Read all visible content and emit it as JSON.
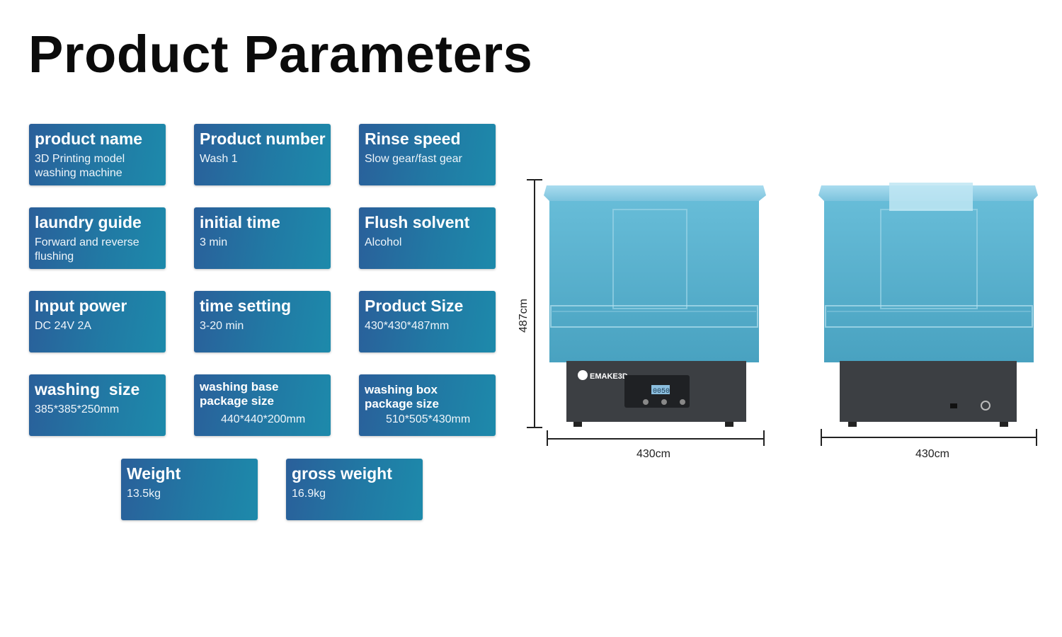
{
  "page_title": "Product Parameters",
  "params": [
    {
      "label": "product name",
      "value": "3D Printing model washing machine"
    },
    {
      "label": "Product number",
      "value": "Wash  1"
    },
    {
      "label": "Rinse speed",
      "value": "Slow gear/fast gear"
    },
    {
      "label": "laundry guide",
      "value": "Forward and reverse flushing"
    },
    {
      "label": "initial time",
      "value": "3 min"
    },
    {
      "label": "Flush solvent",
      "value": "Alcohol"
    },
    {
      "label": "Input power",
      "value": "DC 24V 2A"
    },
    {
      "label": "time setting",
      "value": "3-20 min"
    },
    {
      "label": "Product Size",
      "value": "430*430*487mm"
    },
    {
      "label": "washing  size",
      "value": "385*385*250mm"
    },
    {
      "label": "washing base package size",
      "value": "440*440*200mm"
    },
    {
      "label": "washing box package size",
      "value": "510*505*430mm"
    },
    {
      "label": "Weight",
      "value": "13.5kg"
    },
    {
      "label": "gross weight",
      "value": "16.9kg"
    }
  ],
  "product": {
    "brand": "EMAKE3D",
    "display": "0050",
    "height_label": "487cm",
    "front_width_label": "430cm",
    "back_width_label": "430cm"
  },
  "colors": {
    "card_start": "#2a5f9a",
    "card_end": "#1d8aab",
    "tank": "#4aa9c8",
    "lid": "#8fd0e8",
    "base": "#3c3f43"
  }
}
